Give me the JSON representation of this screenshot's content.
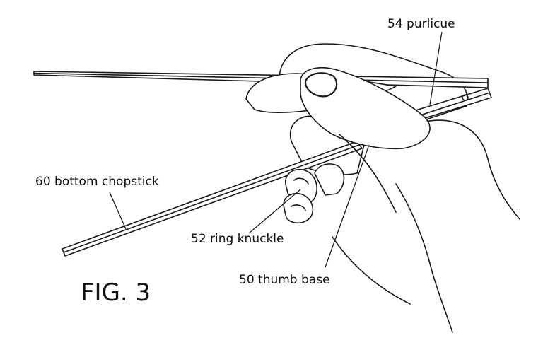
{
  "figure_label": "FIG. 3",
  "labels": {
    "purlicue": "54 purlicue",
    "bottom_chopstick": "60 bottom chopstick",
    "ring_knuckle": "52 ring knuckle",
    "thumb_base": "50 thumb base"
  }
}
